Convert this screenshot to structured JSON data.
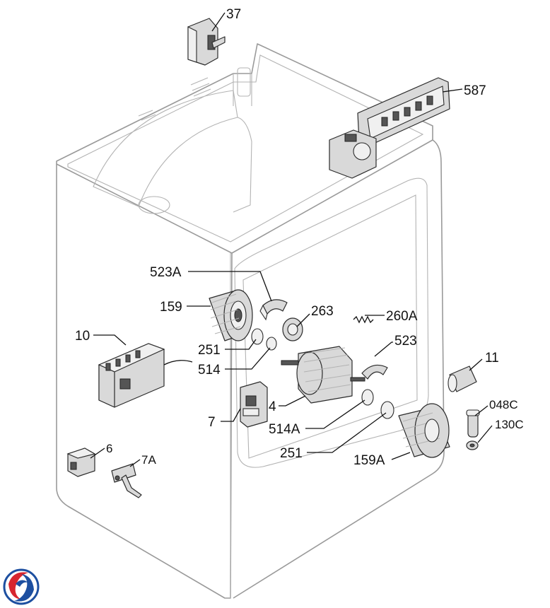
{
  "labels": {
    "l37": "37",
    "l587": "587",
    "l523A": "523A",
    "l159": "159",
    "l263": "263",
    "l260A": "260A",
    "l10": "10",
    "l251a": "251",
    "l514a": "514",
    "l523": "523",
    "l11": "11",
    "l4": "4",
    "l7": "7",
    "l514A": "514A",
    "l048C": "048C",
    "l251b": "251",
    "l159A": "159A",
    "l130C": "130C",
    "l6": "6",
    "l7A": "7A"
  },
  "colors": {
    "cabinet_line": "#9a9a9a",
    "part_fill": "#d9d9d9",
    "part_stroke": "#2b2b2b",
    "logo_red": "#d7262f",
    "logo_blue": "#1d4fa0"
  }
}
